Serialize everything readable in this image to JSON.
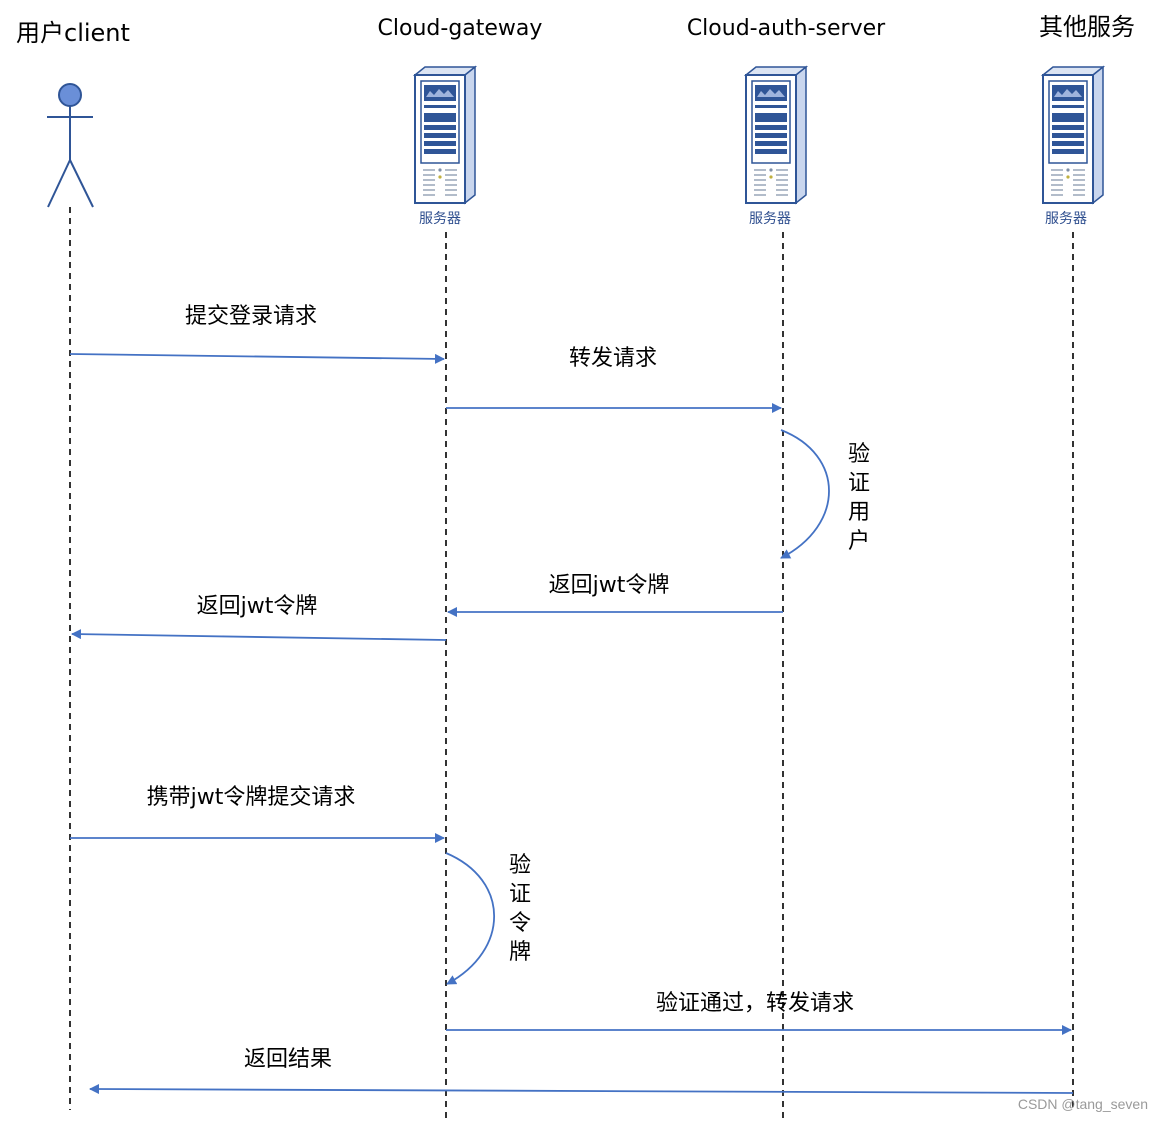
{
  "participants": {
    "user": {
      "label": "用户client",
      "icon": "actor-icon"
    },
    "gateway": {
      "label": "Cloud-gateway",
      "icon": "server-icon",
      "caption": "服务器"
    },
    "auth": {
      "label": "Cloud-auth-server",
      "icon": "server-icon",
      "caption": "服务器"
    },
    "other": {
      "label": "其他服务",
      "icon": "server-icon",
      "caption": "服务器"
    }
  },
  "messages": {
    "submit_login": "提交登录请求",
    "forward_request": "转发请求",
    "return_jwt_auth": "返回jwt令牌",
    "return_jwt_gateway": "返回jwt令牌",
    "carry_jwt": "携带jwt令牌提交请求",
    "verified_forward": "验证通过，转发请求",
    "return_result": "返回结果"
  },
  "self_messages": {
    "verify_user": [
      "验",
      "证",
      "用",
      "户"
    ],
    "verify_token": [
      "验",
      "证",
      "令",
      "牌"
    ]
  },
  "watermark": "CSDN @tang_seven",
  "colors": {
    "arrow": "#4472c4",
    "actor_fill": "#6a8fd8",
    "server_stroke": "#2f5597"
  }
}
